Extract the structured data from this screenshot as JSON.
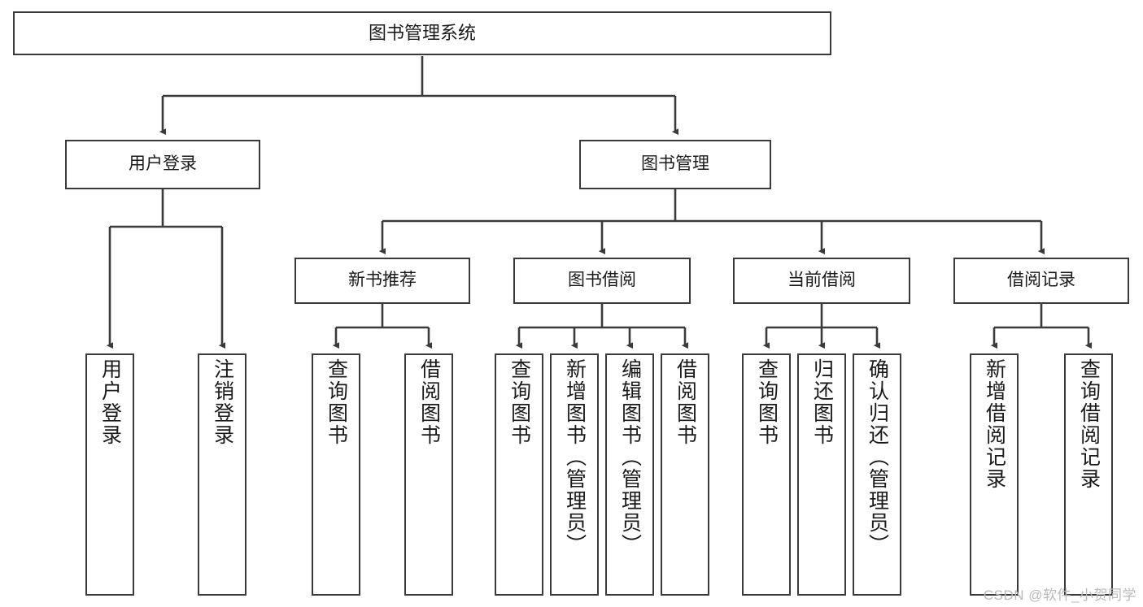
{
  "diagram": {
    "title": "图书管理系统",
    "type": "tree-hierarchy-diagram",
    "colors": {
      "box_border": "#3a3a3a",
      "box_fill": "#ffffff",
      "line": "#3a3a3a",
      "text": "#1a1a1a",
      "watermark": "#b9b9b9"
    },
    "root": {
      "label": "图书管理系统"
    },
    "level2": [
      {
        "label": "用户登录"
      },
      {
        "label": "图书管理"
      }
    ],
    "level3": [
      {
        "label": "新书推荐"
      },
      {
        "label": "图书借阅"
      },
      {
        "label": "当前借阅"
      },
      {
        "label": "借阅记录"
      }
    ],
    "leaves": {
      "user_login": [
        {
          "label": "用户登录"
        },
        {
          "label": "注销登录"
        }
      ],
      "new_book_recommend": [
        {
          "label": "查询图书"
        },
        {
          "label": "借阅图书"
        }
      ],
      "book_borrow": [
        {
          "label": "查询图书"
        },
        {
          "label": "新增图书（管理员）"
        },
        {
          "label": "编辑图书（管理员）"
        },
        {
          "label": "借阅图书"
        }
      ],
      "current_borrow": [
        {
          "label": "查询图书"
        },
        {
          "label": "归还图书"
        },
        {
          "label": "确认归还（管理员）"
        }
      ],
      "borrow_record": [
        {
          "label": "新增借阅记录"
        },
        {
          "label": "查询借阅记录"
        }
      ]
    }
  },
  "watermark": {
    "text": "CSDN @软件_小贺同学"
  }
}
